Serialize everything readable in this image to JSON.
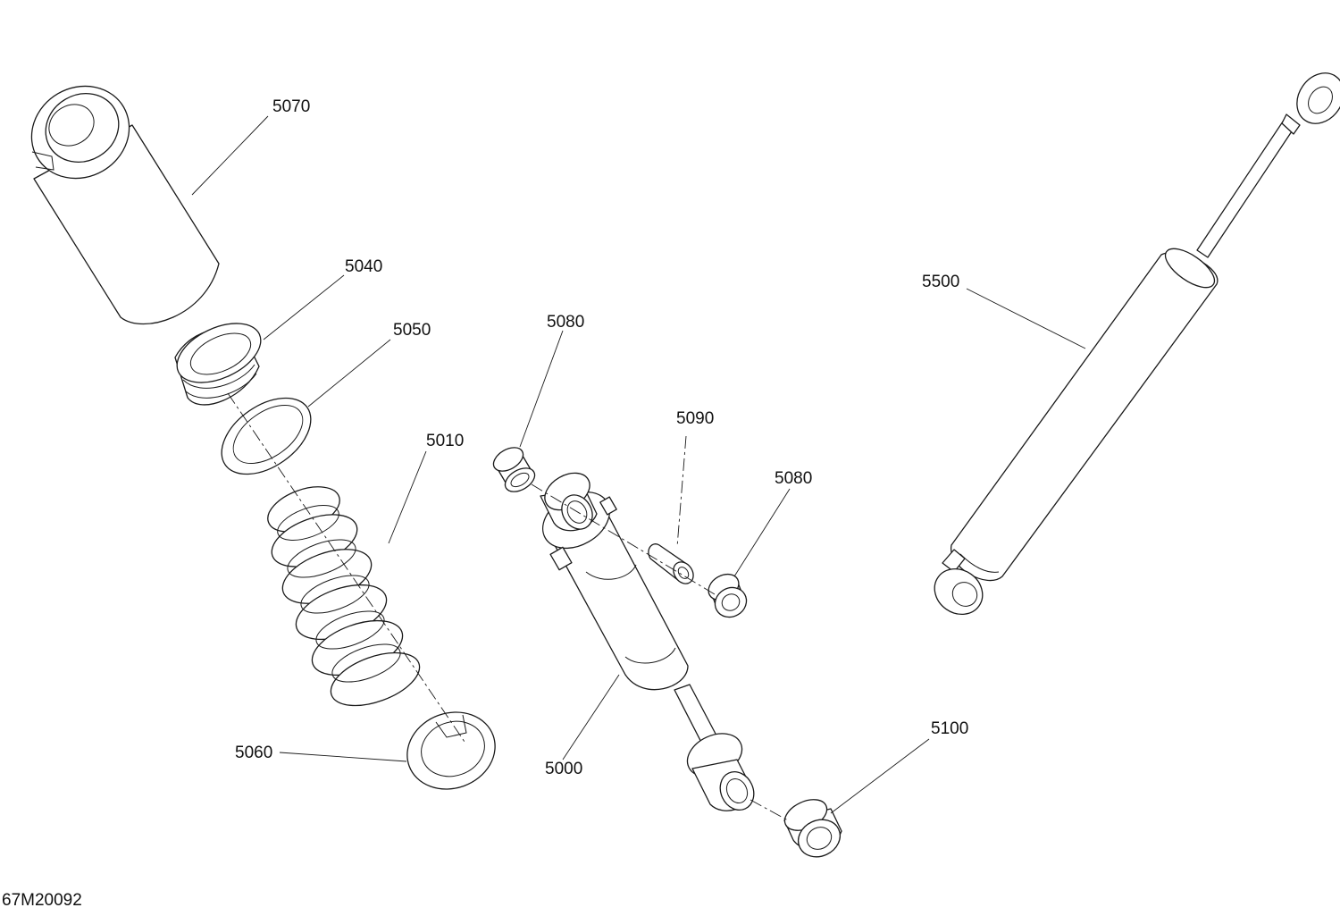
{
  "drawing_id": "67M20092",
  "parts": [
    {
      "key": "p5070",
      "number": "5070"
    },
    {
      "key": "p5040",
      "number": "5040"
    },
    {
      "key": "p5050",
      "number": "5050"
    },
    {
      "key": "p5080a",
      "number": "5080"
    },
    {
      "key": "p5010",
      "number": "5010"
    },
    {
      "key": "p5090",
      "number": "5090"
    },
    {
      "key": "p5080b",
      "number": "5080"
    },
    {
      "key": "p5500",
      "number": "5500"
    },
    {
      "key": "p5060",
      "number": "5060"
    },
    {
      "key": "p5000",
      "number": "5000"
    },
    {
      "key": "p5100",
      "number": "5100"
    }
  ]
}
